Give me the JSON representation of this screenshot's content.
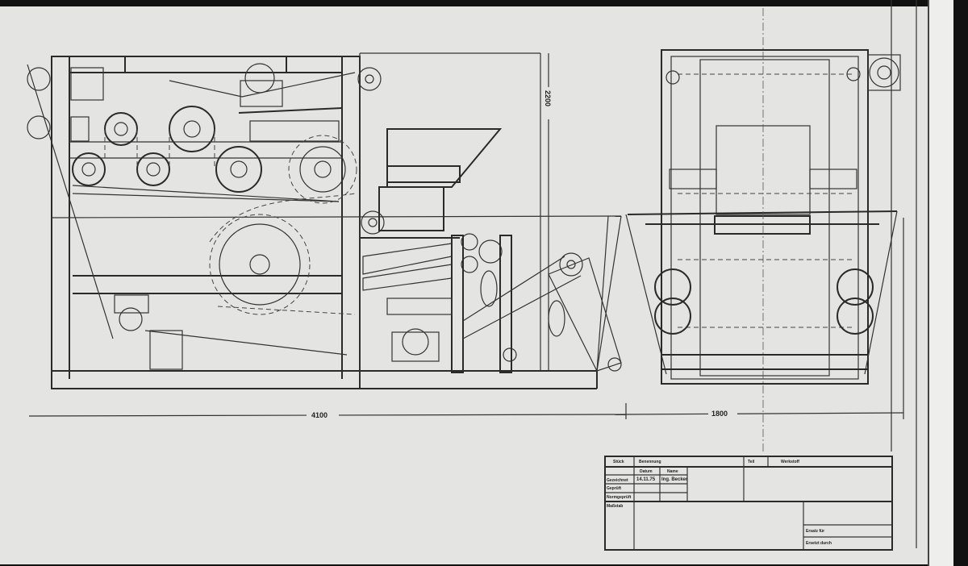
{
  "drawing": {
    "dimensions": {
      "length": "4100",
      "width": "1800",
      "height": "2200"
    },
    "title_block": {
      "stueck": "Stück",
      "benennung": "Benennung",
      "teil": "Teil",
      "werkstoff": "Werkstoff",
      "datum": "Datum",
      "name": "Name",
      "gezeichnet": "Gezeichnet",
      "gezeichnet_datum": "14.11.75",
      "gezeichnet_name": "Ing. Becker",
      "geprueft": "Geprüft",
      "normgeprueft": "Normgeprüft",
      "massstab": "Maßstab",
      "ersatz_fuer": "Ersatz für",
      "ersetzt_durch": "Ersetzt durch"
    }
  }
}
